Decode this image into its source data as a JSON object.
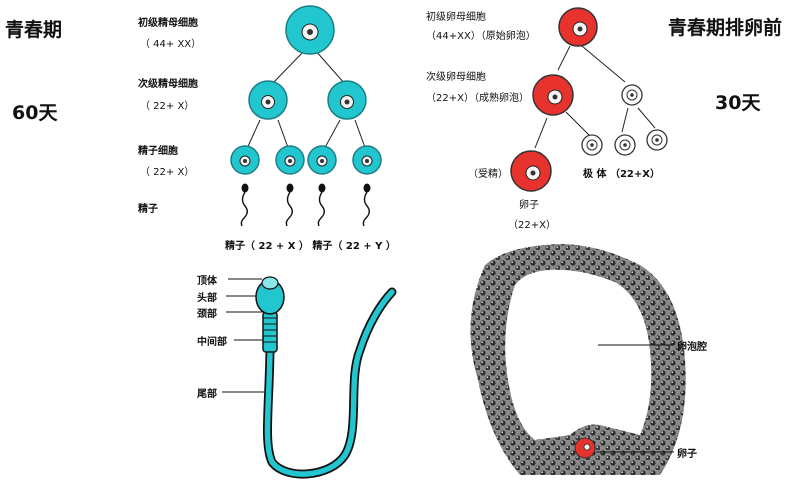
{
  "colors": {
    "sperm_cell": "#22c6cf",
    "egg_cell": "#e8322e",
    "follicle": "#6a6a6a",
    "line": "#222222"
  },
  "male": {
    "title": "青春期",
    "age": "60天",
    "primary": {
      "label": "初级精母细胞",
      "chromosomes": "（ 44+ XX）"
    },
    "secondary": {
      "label": "次级精母细胞",
      "chromosomes": "（ 22+ X）"
    },
    "spermatid": {
      "label": "精子细胞",
      "chromosomes": "（ 22+ X）"
    },
    "sperm": {
      "label": "精子"
    },
    "sperm_types": "精子（ 22 + X ）  精子（ 22 + Y ）"
  },
  "female": {
    "title": "青春期排卵前",
    "age": "30天",
    "primary": {
      "label": "初级卵母细胞",
      "chromosomes": "（44+XX）（原始卵泡）"
    },
    "secondary": {
      "label": "次级卵母细胞",
      "chromosomes": "（22+X）（成熟卵泡）"
    },
    "fertilization": "（受精）",
    "egg": {
      "label": "卵子",
      "chromosomes": "（22+X）"
    },
    "polar_body": "极  体  （22+X）"
  },
  "sperm_anatomy": {
    "labels": [
      "顶体",
      "头部",
      "颈部",
      "中间部",
      "尾部"
    ]
  },
  "follicle_anatomy": {
    "antrum": "卵泡腔",
    "egg": "卵子"
  }
}
